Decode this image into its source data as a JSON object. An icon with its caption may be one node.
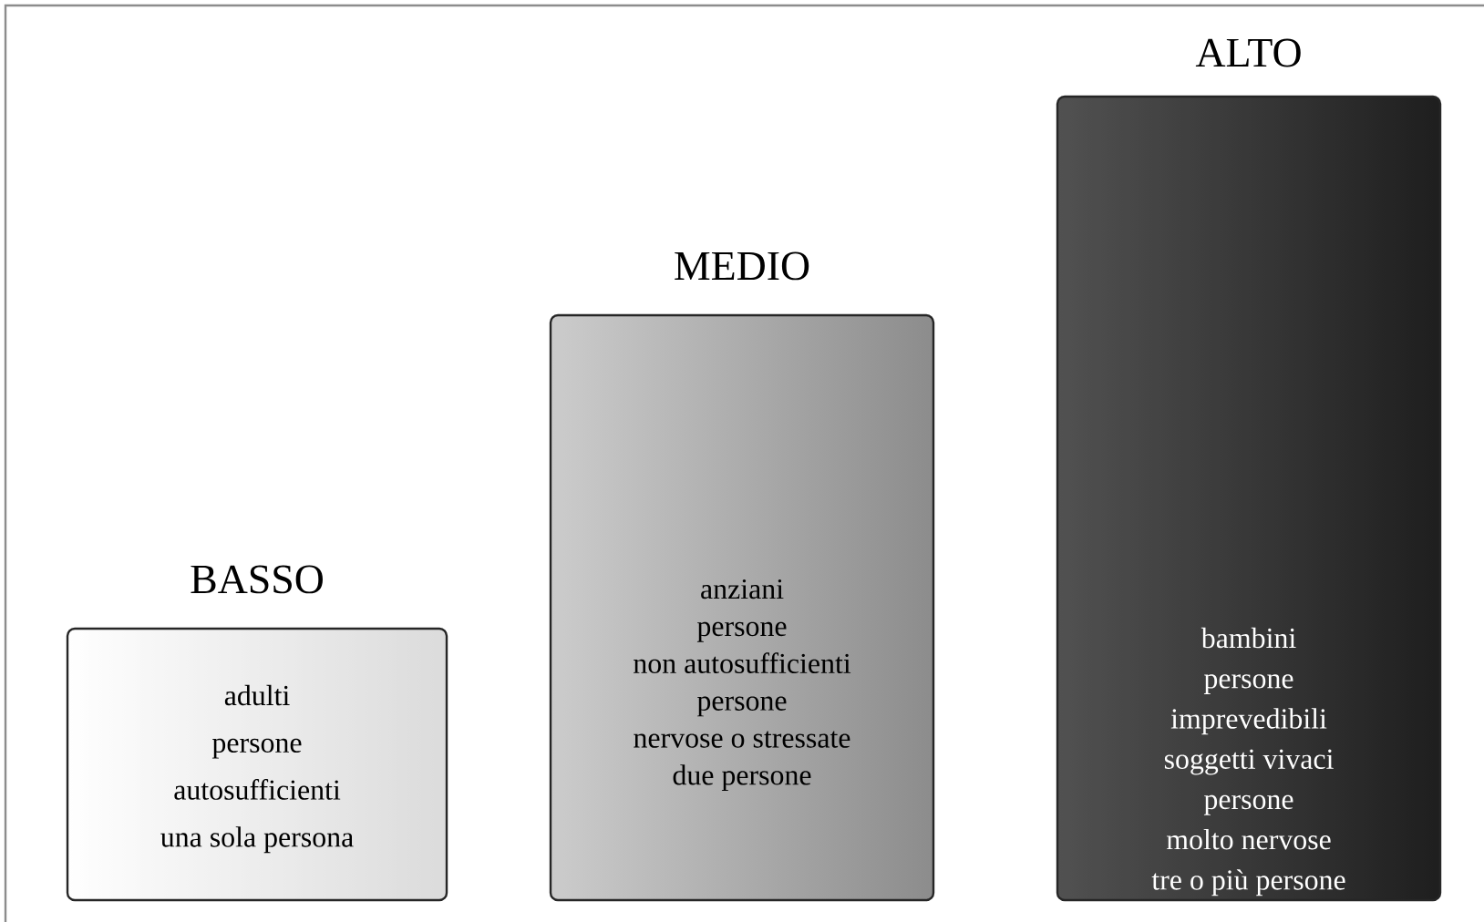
{
  "diagram": {
    "nodes": [
      {
        "text": [
          "BASSO",
          "adulti",
          "persone",
          "autosufficienti",
          "una sola persona"
        ]
      },
      {
        "text": [
          "MEDIO",
          "anziani",
          "persone",
          "non autosufficienti",
          "persone",
          "nervose o stressate",
          "due persone"
        ]
      },
      {
        "text": [
          "ALTO",
          "bambini",
          "persone",
          "imprevedibili",
          "soggetti vivaci",
          "persone",
          "molto nervose",
          "tre o più persone"
        ]
      }
    ]
  }
}
